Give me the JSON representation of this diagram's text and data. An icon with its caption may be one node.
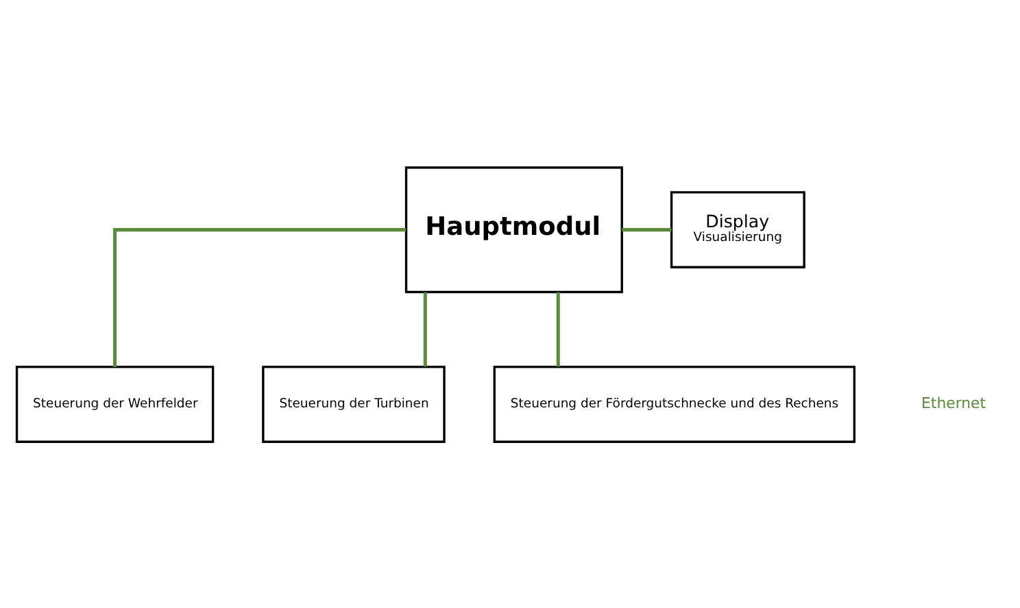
{
  "diagram": {
    "nodes": [
      {
        "text": [
          "Hauptmodul"
        ]
      },
      {
        "text": [
          "Display",
          "Visualisierung"
        ]
      },
      {
        "text": [
          "Steuerung der Wehrfelder"
        ]
      },
      {
        "text": [
          "Steuerung der Turbinen"
        ]
      },
      {
        "text": [
          "Steuerung der Fördergutschnecke und des Rechens"
        ]
      }
    ],
    "edges": [
      {
        "from": 0,
        "to": 2,
        "arrow": "none"
      },
      {
        "from": 0,
        "to": 3,
        "arrow": "none"
      },
      {
        "from": 0,
        "to": 4,
        "arrow": "none"
      },
      {
        "from": 0,
        "to": 1,
        "arrow": "none"
      }
    ],
    "labels": [
      "Ethernet"
    ]
  }
}
